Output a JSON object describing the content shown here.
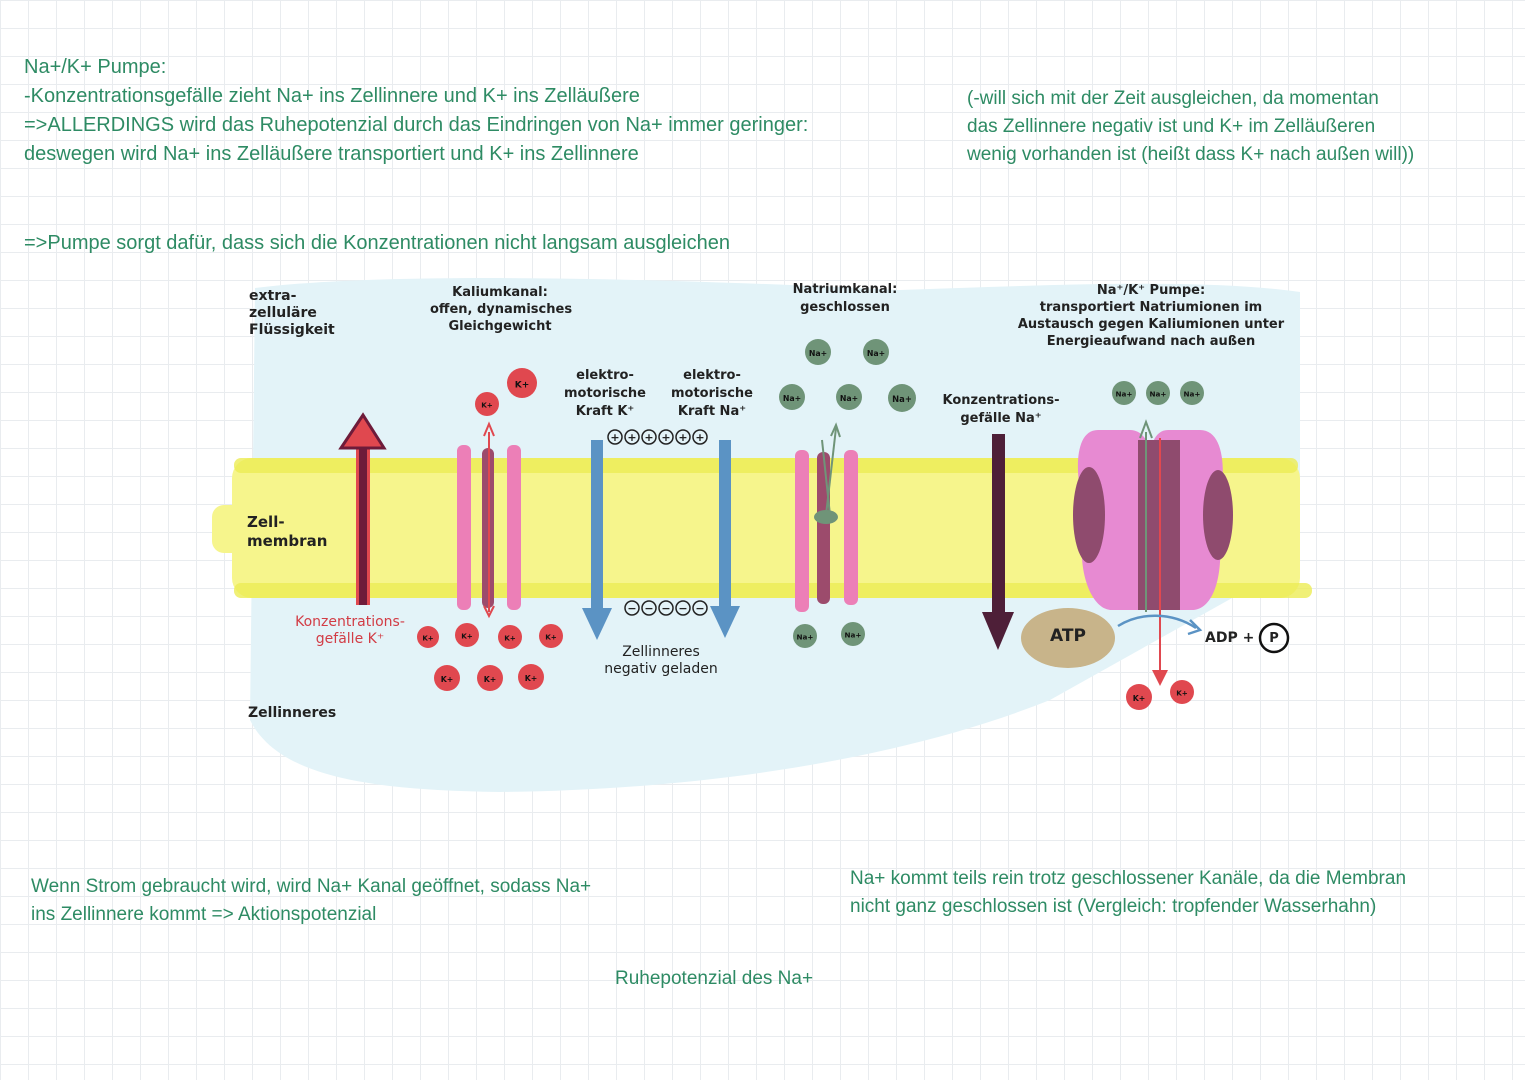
{
  "notes": {
    "header_title": "Na+/K+ Pumpe:",
    "header_lines": [
      "-Konzentrationsgefälle zieht Na+ ins Zellinnere und K+ ins Zelläußere",
      "=>ALLERDINGS wird das Ruhepotenzial durch das Eindringen von Na+ immer geringer:",
      "deswegen wird Na+ ins Zelläußere transportiert und K+ ins Zellinnere"
    ],
    "side_lines": [
      "(-will sich mit der Zeit ausgleichen, da momentan",
      "das Zellinnere negativ ist und K+ im Zelläußeren",
      "wenig vorhanden ist (heißt dass K+ nach außen will))"
    ],
    "pump_line": "=>Pumpe sorgt dafür, dass sich die Konzentrationen nicht langsam ausgleichen",
    "bottom_left_lines": [
      "Wenn Strom gebraucht wird, wird Na+ Kanal geöffnet, sodass Na+",
      "ins Zellinnere kommt => Aktionspotenzial"
    ],
    "bottom_right_lines": [
      "Na+ kommt teils rein trotz geschlossener Kanäle, da die Membran",
      "nicht ganz geschlossen ist (Vergleich: tropfender Wasserhahn)"
    ],
    "footer_title": "Ruhepotenzial des Na+"
  },
  "diagram": {
    "extracellular_lines": [
      "extra-",
      "zelluläre",
      "Flüssigkeit"
    ],
    "membrane_lines": [
      "Zell-",
      "membran"
    ],
    "intracellular_label": "Zellinneres",
    "gradient_k_lines": [
      "Konzentrations-",
      "gefälle K⁺"
    ],
    "k_channel_lines": [
      "Kaliumkanal:",
      "offen, dynamisches",
      "Gleichgewicht"
    ],
    "emf_k_lines": [
      "elektro-",
      "motorische",
      "Kraft K⁺"
    ],
    "emf_na_lines": [
      "elektro-",
      "motorische",
      "Kraft Na⁺"
    ],
    "inside_negative_lines": [
      "Zellinneres",
      "negativ geladen"
    ],
    "na_channel_lines": [
      "Natriumkanal:",
      "geschlossen"
    ],
    "gradient_na_lines": [
      "Konzentrations-",
      "gefälle Na⁺"
    ],
    "pump_lines": [
      "Na⁺/K⁺ Pumpe:",
      "transportiert Natriumionen im",
      "Austausch gegen Kaliumionen unter",
      "Energieaufwand nach außen"
    ],
    "atp_label": "ATP",
    "adp_label": "ADP +",
    "phosphate_label": "P",
    "k_ion": "K+",
    "na_ion": "Na+",
    "plus_charge": "+",
    "minus_charge": "−"
  },
  "colors": {
    "note_text": "#2e8b64",
    "membrane": "#f6f58c",
    "background_fluid": "#e3f3f8",
    "k_ion": "#e0484f",
    "na_ion": "#6f9478",
    "pump": "#e78ad2",
    "pump_dark": "#8f4b6e",
    "arrow_blue": "#5b93c4",
    "atp": "#c8b48a"
  }
}
